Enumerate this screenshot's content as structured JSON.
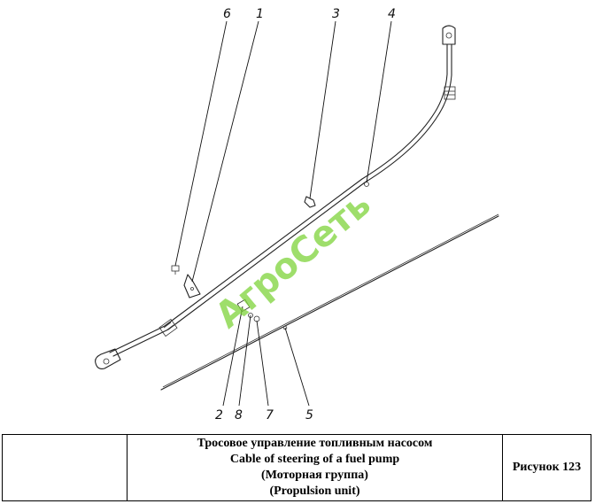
{
  "callouts": [
    "6",
    "1",
    "3",
    "4",
    "2",
    "8",
    "7",
    "5"
  ],
  "watermark": "АгроСеть",
  "watermark_color": "#7dd33a",
  "title_block": {
    "caption_ru": "Тросовое управление топливным насосом",
    "caption_en": "Cable of steering of a fuel pump",
    "group_ru": "(Моторная группа)",
    "group_en": "(Propulsion unit)",
    "figure_label": "Рисунок 123"
  }
}
